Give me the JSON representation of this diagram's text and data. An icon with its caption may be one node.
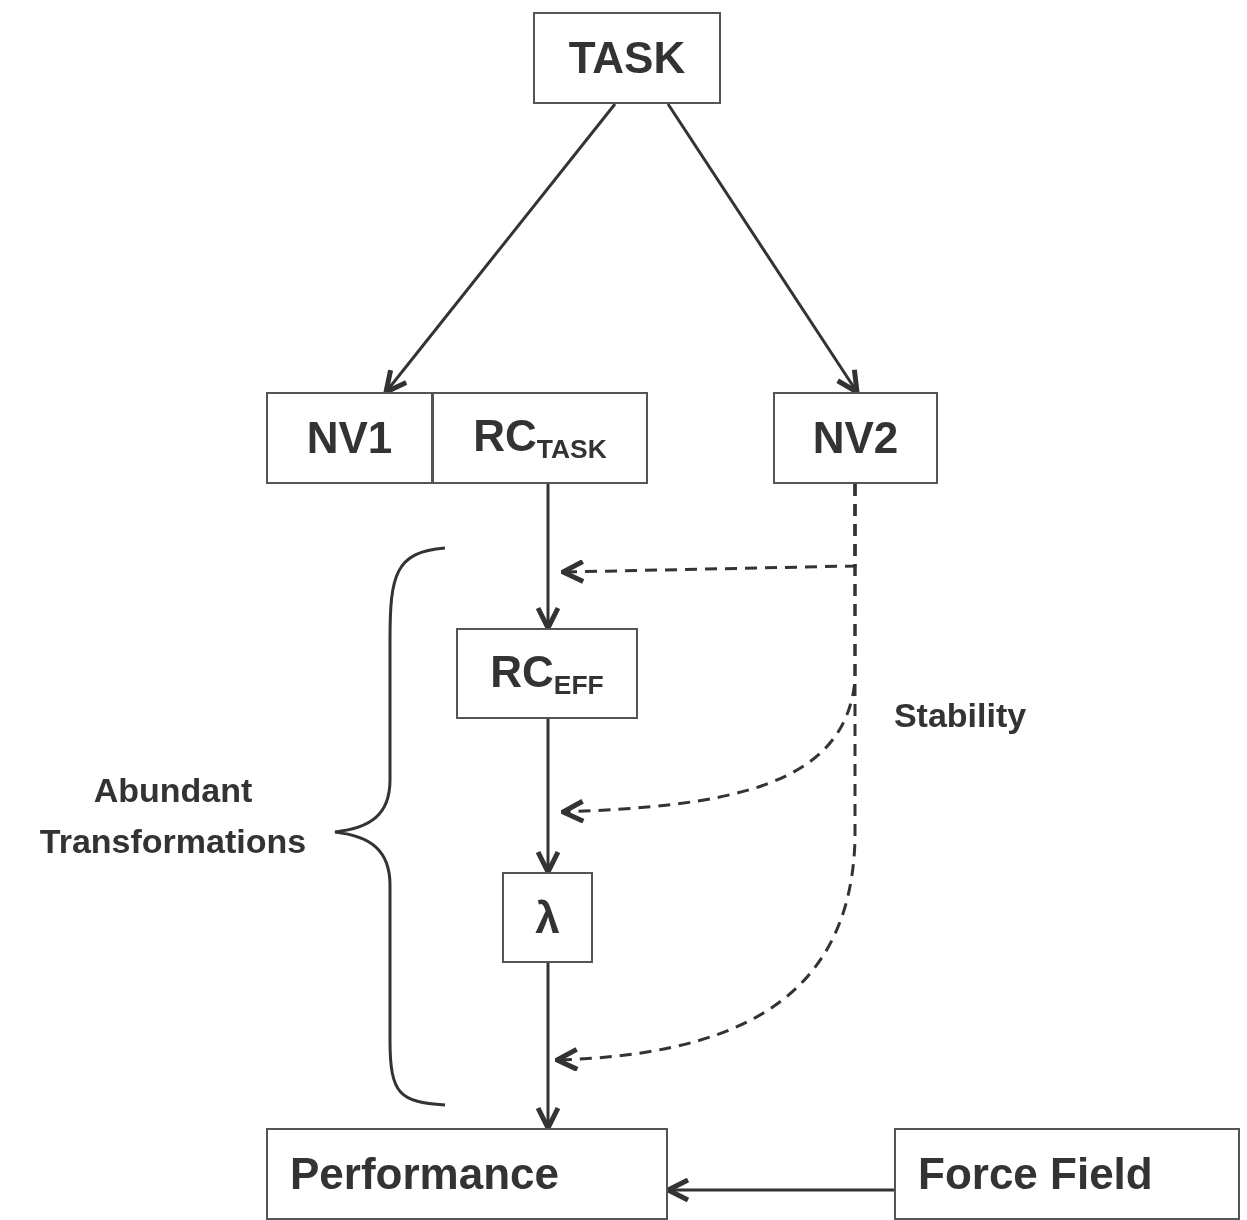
{
  "diagram": {
    "nodes": [
      {
        "text": [
          "TASK"
        ]
      },
      {
        "text": [
          "NV1"
        ]
      },
      {
        "text": [
          "RC$_{TASK}$"
        ]
      },
      {
        "text": [
          "NV2"
        ]
      },
      {
        "text": [
          "RC$_{EFF}$"
        ]
      },
      {
        "text": [
          "λ"
        ]
      },
      {
        "text": [
          "Performance"
        ]
      },
      {
        "text": [
          "Force Field"
        ]
      }
    ],
    "edges": [
      {
        "from": 0,
        "to": 1,
        "arrow": "to"
      },
      {
        "from": 0,
        "to": 3,
        "arrow": "to"
      },
      {
        "from": 2,
        "to": 4,
        "arrow": "to"
      },
      {
        "from": 4,
        "to": 5,
        "arrow": "to"
      },
      {
        "from": 5,
        "to": 6,
        "arrow": "to"
      },
      {
        "from": 3,
        "to": null,
        "arrow": "to",
        "style": "dashed"
      },
      {
        "from": 3,
        "to": null,
        "arrow": "to",
        "style": "dashed"
      },
      {
        "from": 3,
        "to": null,
        "arrow": "to",
        "style": "dashed"
      },
      {
        "from": 7,
        "to": 6,
        "arrow": "to"
      }
    ],
    "labels": [
      "Stability",
      "Abundant Transformations"
    ]
  }
}
